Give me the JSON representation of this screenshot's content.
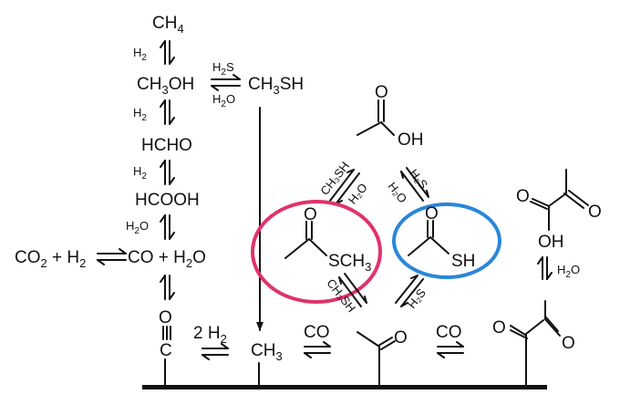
{
  "left_chain": {
    "ch4": "CH",
    "ch4_sub": "4",
    "h2_a": "H",
    "h2_a_sub": "2",
    "ch3oh_a": "CH",
    "ch3oh_sub": "3",
    "ch3oh_b": "OH",
    "h2_b": "H",
    "h2_b_sub": "2",
    "hcho": "HCHO",
    "h2_c": "H",
    "h2_c_sub": "2",
    "hcooh": "HCOOH",
    "h2o": "H",
    "h2o_sub": "2",
    "h2o_end": "O"
  },
  "methanethiol": {
    "h2s": "H",
    "h2s_sub": "2",
    "h2s_end": "S",
    "h2o": "H",
    "h2o_sub": "2",
    "h2o_end": "O",
    "ch3sh_a": "CH",
    "ch3sh_sub": "3",
    "ch3sh_b": "SH"
  },
  "gas_line": {
    "co2": "CO",
    "co2_sub": "2",
    "plus_h2": " + H",
    "h2_sub": "2",
    "co_plus": "CO + H",
    "h2o_sub": "2",
    "h2o_end": "O"
  },
  "acetic_acid": {
    "o": "O",
    "oh": "OH"
  },
  "diag_labels": {
    "ch3sh_up": "CH₃SH",
    "h2o_up": "H₂O",
    "h2s_up": "H₂S",
    "h2o_up2": "H₂O",
    "ch3sh_down": "CH₃SH",
    "h2s_down": "H₂S"
  },
  "thioester": {
    "o": "O",
    "s": "SCH",
    "s_sub": "3"
  },
  "thioacid": {
    "o": "O",
    "sh": "SH"
  },
  "pyruvic": {
    "o1": "O",
    "o2": "O",
    "oh": "OH",
    "h2o": "H",
    "h2o_sub": "2",
    "h2o_end": "O"
  },
  "surface": {
    "co_o": "O",
    "co_c": "C",
    "two_h2": "2 H",
    "two_h2_sub": "2",
    "ch3": "CH",
    "ch3_sub": "3",
    "co1": "CO",
    "acetyl_o": "O",
    "co2": "CO",
    "pyruvoyl_o1": "O",
    "pyruvoyl_o2": "O"
  },
  "colors": {
    "thioester_circle": "#e0336a",
    "thioacid_circle": "#2a86d8"
  }
}
